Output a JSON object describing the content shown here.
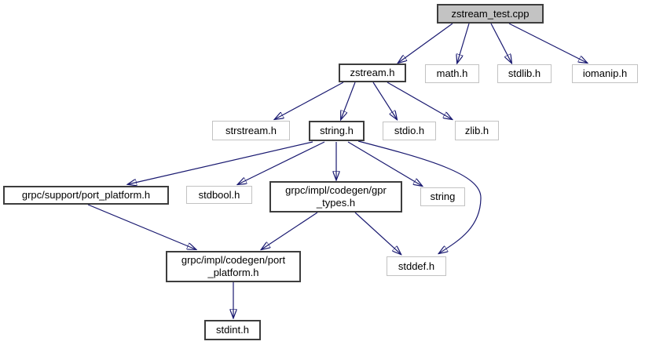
{
  "diagram": {
    "type": "include-dependency-graph",
    "colors": {
      "edge": "#191970",
      "root_fill": "#c3c3c3",
      "linked_border": "#3d3d3d",
      "plain_border": "#c2c2c2",
      "node_fill": "#ffffff",
      "text": "#000000"
    },
    "nodes": [
      {
        "id": "zstream_test_cpp",
        "label": "zstream_test.cpp",
        "style": "root"
      },
      {
        "id": "zstream_h",
        "label": "zstream.h",
        "style": "linked"
      },
      {
        "id": "math_h",
        "label": "math.h",
        "style": "plain"
      },
      {
        "id": "stdlib_h",
        "label": "stdlib.h",
        "style": "plain"
      },
      {
        "id": "iomanip_h",
        "label": "iomanip.h",
        "style": "plain"
      },
      {
        "id": "strstream_h",
        "label": "strstream.h",
        "style": "plain"
      },
      {
        "id": "string_h",
        "label": "string.h",
        "style": "linked"
      },
      {
        "id": "stdio_h",
        "label": "stdio.h",
        "style": "plain"
      },
      {
        "id": "zlib_h",
        "label": "zlib.h",
        "style": "plain"
      },
      {
        "id": "grpc_support_port_platform_h",
        "label": "grpc/support/port_platform.h",
        "style": "linked"
      },
      {
        "id": "stdbool_h",
        "label": "stdbool.h",
        "style": "plain"
      },
      {
        "id": "grpc_impl_codegen_gpr_types_h",
        "label": "grpc/impl/codegen/gpr\n_types.h",
        "style": "linked"
      },
      {
        "id": "string",
        "label": "string",
        "style": "plain"
      },
      {
        "id": "stddef_h",
        "label": "stddef.h",
        "style": "plain"
      },
      {
        "id": "grpc_impl_codegen_port_platform_h",
        "label": "grpc/impl/codegen/port\n_platform.h",
        "style": "linked"
      },
      {
        "id": "stdint_h",
        "label": "stdint.h",
        "style": "linked"
      }
    ],
    "edges": [
      {
        "from": "zstream_test_cpp",
        "to": "zstream_h"
      },
      {
        "from": "zstream_test_cpp",
        "to": "math_h"
      },
      {
        "from": "zstream_test_cpp",
        "to": "stdlib_h"
      },
      {
        "from": "zstream_test_cpp",
        "to": "iomanip_h"
      },
      {
        "from": "zstream_h",
        "to": "strstream_h"
      },
      {
        "from": "zstream_h",
        "to": "string_h"
      },
      {
        "from": "zstream_h",
        "to": "stdio_h"
      },
      {
        "from": "zstream_h",
        "to": "zlib_h"
      },
      {
        "from": "string_h",
        "to": "grpc_support_port_platform_h"
      },
      {
        "from": "string_h",
        "to": "stdbool_h"
      },
      {
        "from": "string_h",
        "to": "grpc_impl_codegen_gpr_types_h"
      },
      {
        "from": "string_h",
        "to": "string"
      },
      {
        "from": "string_h",
        "to": "stddef_h"
      },
      {
        "from": "grpc_support_port_platform_h",
        "to": "grpc_impl_codegen_port_platform_h"
      },
      {
        "from": "grpc_impl_codegen_gpr_types_h",
        "to": "grpc_impl_codegen_port_platform_h"
      },
      {
        "from": "grpc_impl_codegen_gpr_types_h",
        "to": "stddef_h"
      },
      {
        "from": "grpc_impl_codegen_port_platform_h",
        "to": "stdint_h"
      }
    ]
  }
}
